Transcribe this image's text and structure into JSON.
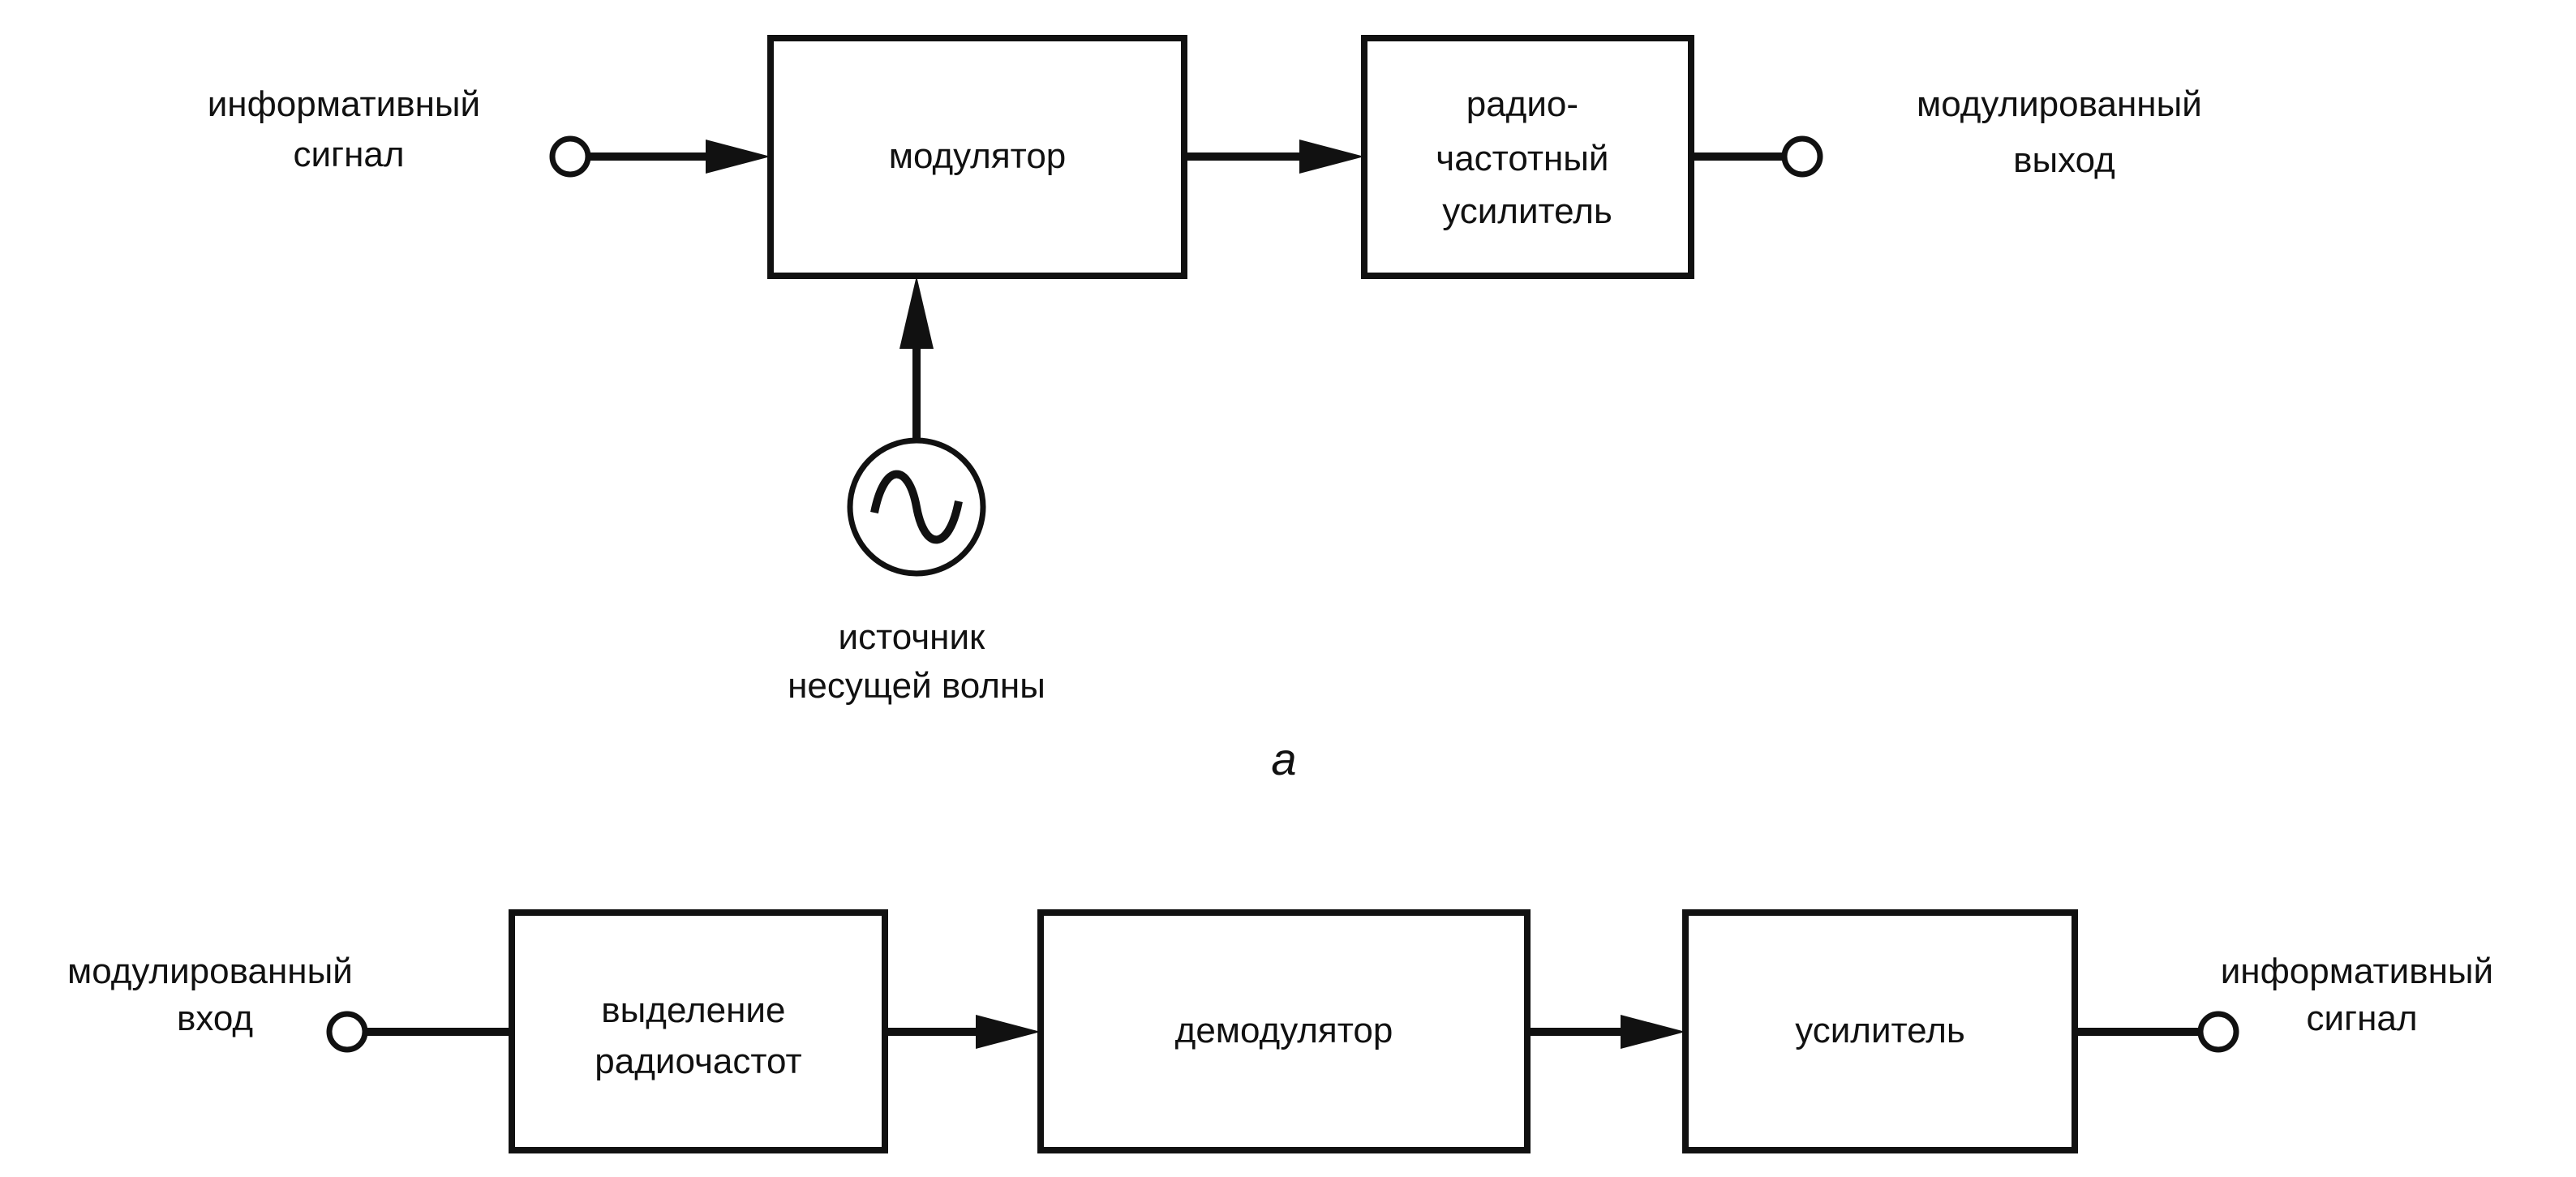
{
  "transmitter": {
    "input_label": [
      "информативный",
      "сигнал"
    ],
    "modulator_label": [
      "модулятор"
    ],
    "rf_amp_label": [
      "радио-",
      "частотный",
      "усилитель"
    ],
    "output_label": [
      "модулированный",
      "выход"
    ],
    "carrier_label": [
      "источник",
      "несущей волны"
    ],
    "carrier_icon": "sine-wave-source-icon",
    "caption": "а"
  },
  "receiver": {
    "input_label": [
      "модулированный",
      "вход"
    ],
    "rf_select_label": [
      "выделение",
      "радиочастот"
    ],
    "demodulator_label": [
      "демодулятор"
    ],
    "amplifier_label": [
      "усилитель"
    ],
    "output_label": [
      "информативный",
      "сигнал"
    ]
  },
  "colors": {
    "line": "#111111",
    "background": "#ffffff"
  }
}
